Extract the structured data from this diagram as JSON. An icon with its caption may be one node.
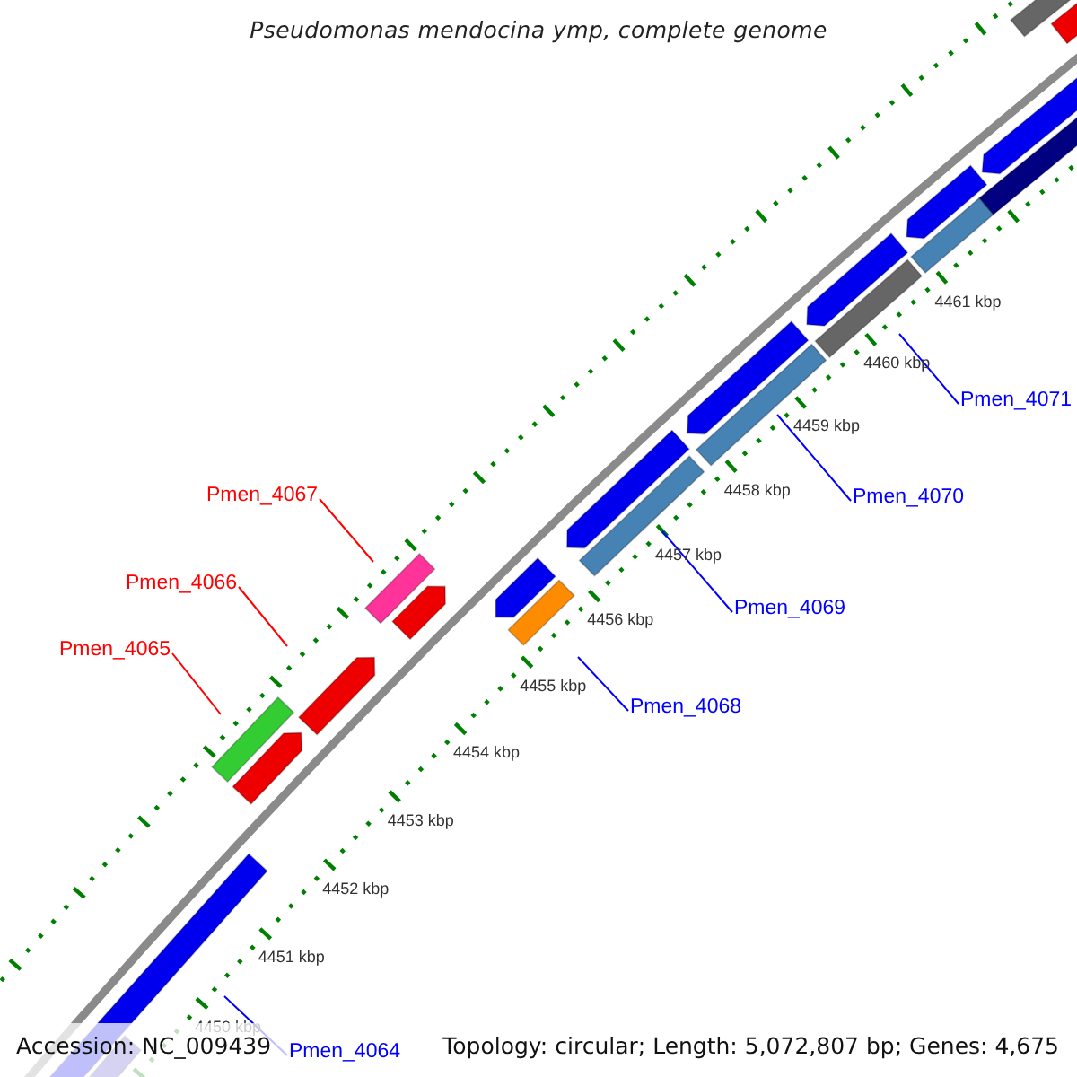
{
  "diagram": {
    "title": "Pseudomonas mendocina ymp, complete genome",
    "nodes": [
      {
        "text": [
          "Pmen_4071"
        ]
      },
      {
        "text": [
          "Pmen_4070"
        ]
      },
      {
        "text": [
          "Pmen_4067"
        ]
      },
      {
        "text": [
          "Pmen_4066"
        ]
      },
      {
        "text": [
          "Pmen_4069"
        ]
      },
      {
        "text": [
          "Pmen_4065"
        ]
      },
      {
        "text": [
          "Pmen_4068"
        ]
      },
      {
        "text": [
          "Pmen_4064"
        ]
      }
    ],
    "edges": [
      {
        "from": 0,
        "to": null,
        "arrow": "none"
      },
      {
        "from": 1,
        "to": null,
        "arrow": "none"
      },
      {
        "from": 2,
        "to": null,
        "arrow": "none",
        "color": "#ff0000"
      },
      {
        "from": 3,
        "to": null,
        "arrow": "none",
        "color": "#ff0000"
      },
      {
        "from": 4,
        "to": null,
        "arrow": "none"
      },
      {
        "from": 5,
        "to": null,
        "arrow": "none",
        "color": "#ff0000"
      },
      {
        "from": 6,
        "to": null,
        "arrow": "none"
      },
      {
        "from": 7,
        "to": null,
        "arrow": "none"
      }
    ],
    "labels": [
      "4461 kbp",
      "4460 kbp",
      "4459 kbp",
      "4458 kbp",
      "4457 kbp",
      "4456 kbp",
      "4455 kbp",
      "4454 kbp",
      "4453 kbp",
      "4452 kbp",
      "4451 kbp",
      "4450 kbp",
      "Accession: NC_009439",
      "Topology: circular; Length: 5,072,807 bp; Genes: 4,675"
    ]
  }
}
